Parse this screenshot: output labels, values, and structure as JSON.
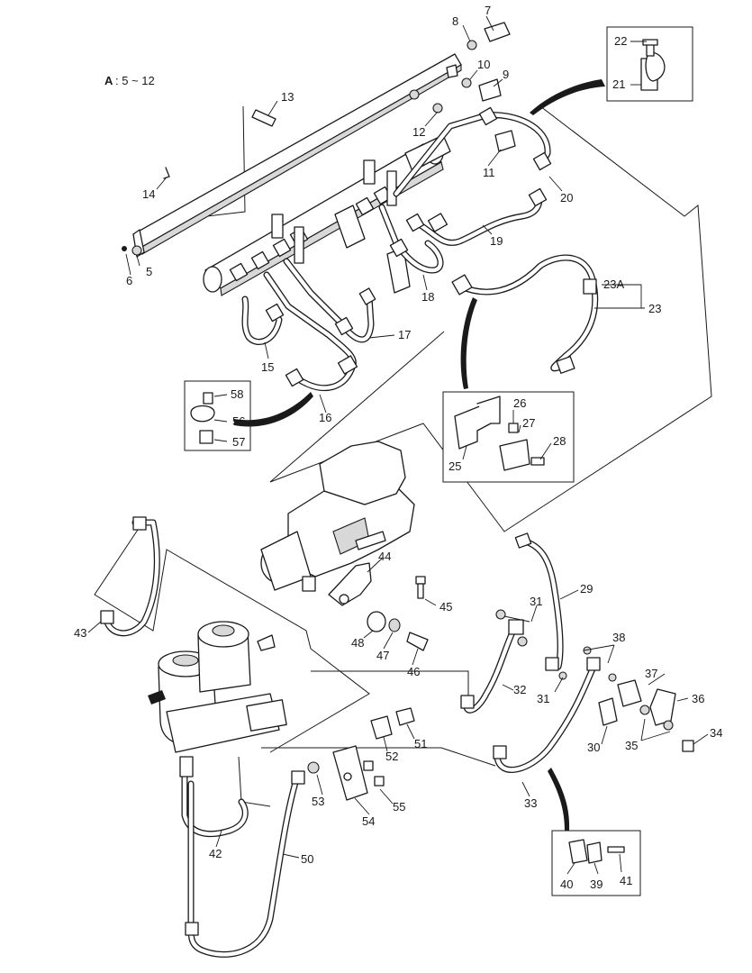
{
  "view_note": {
    "letter": "A",
    "range": ": 5 ~ 12"
  },
  "callouts": {
    "c5": "5",
    "c6": "6",
    "c7": "7",
    "c8": "8",
    "c9": "9",
    "c10": "10",
    "c11": "11",
    "c12": "12",
    "c13": "13",
    "c14": "14",
    "c15": "15",
    "c16": "16",
    "c17": "17",
    "c18": "18",
    "c19": "19",
    "c20": "20",
    "c21": "21",
    "c22": "22",
    "c23": "23",
    "c23a": "23A",
    "c25": "25",
    "c26": "26",
    "c27": "27",
    "c28": "28",
    "c29": "29",
    "c30": "30",
    "c31a": "31",
    "c31b": "31",
    "c32": "32",
    "c33": "33",
    "c34": "34",
    "c35": "35",
    "c36": "36",
    "c37": "37",
    "c38": "38",
    "c39": "39",
    "c40": "40",
    "c41": "41",
    "c42": "42",
    "c43": "43",
    "c44": "44",
    "c45": "45",
    "c46": "46",
    "c47": "47",
    "c48": "48",
    "c50": "50",
    "c51": "51",
    "c52": "52",
    "c53": "53",
    "c54": "54",
    "c55": "55",
    "c56": "56",
    "c57": "57",
    "c58": "58"
  }
}
